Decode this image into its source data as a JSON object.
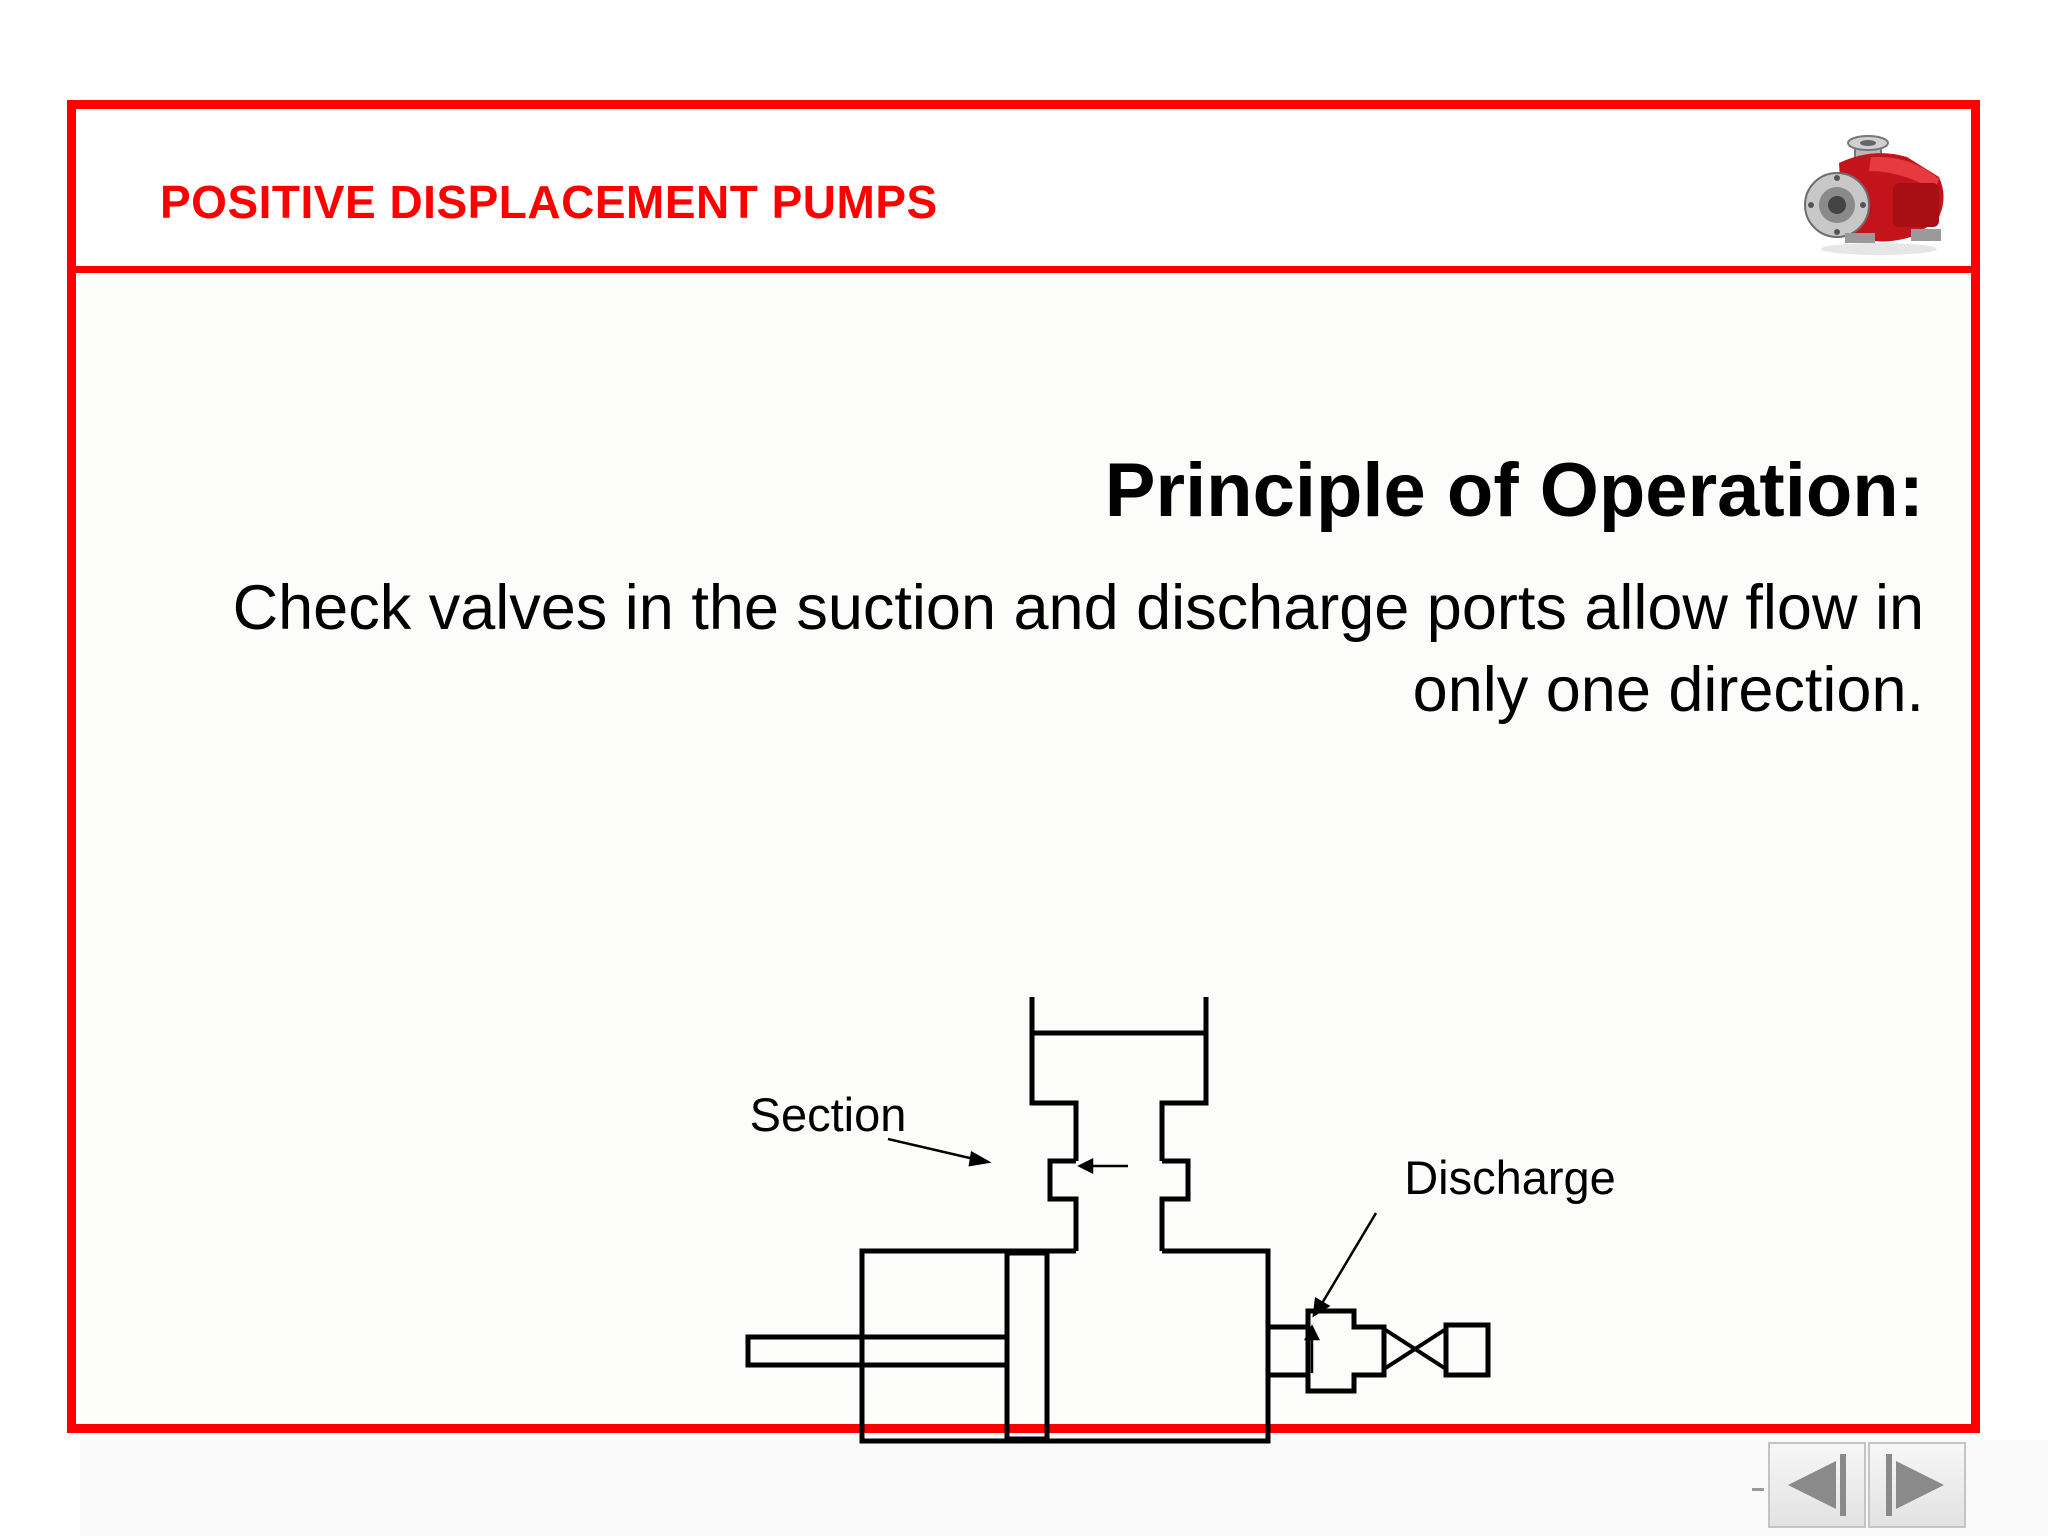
{
  "header": {
    "title": "POSITIVE DISPLACEMENT PUMPS",
    "logo_icon": "pump-icon"
  },
  "content": {
    "heading": "Principle of Operation:",
    "body": "Check valves in the suction and discharge ports allow flow in only one direction."
  },
  "diagram": {
    "labels": {
      "section": "Section",
      "discharge": "Discharge"
    }
  },
  "navigation": {
    "prev_icon": "triangle-left-icon",
    "next_icon": "triangle-right-icon"
  },
  "colors": {
    "accent": "#ff0000",
    "frame_background": "#fcfdfb",
    "text": "#000000"
  }
}
